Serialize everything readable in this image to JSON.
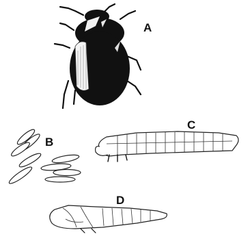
{
  "labels": {
    "adult": "A",
    "eggs": "B",
    "larva": "C",
    "pupa": "D"
  },
  "colors": {
    "ink": "#111111",
    "paper": "#ffffff"
  }
}
